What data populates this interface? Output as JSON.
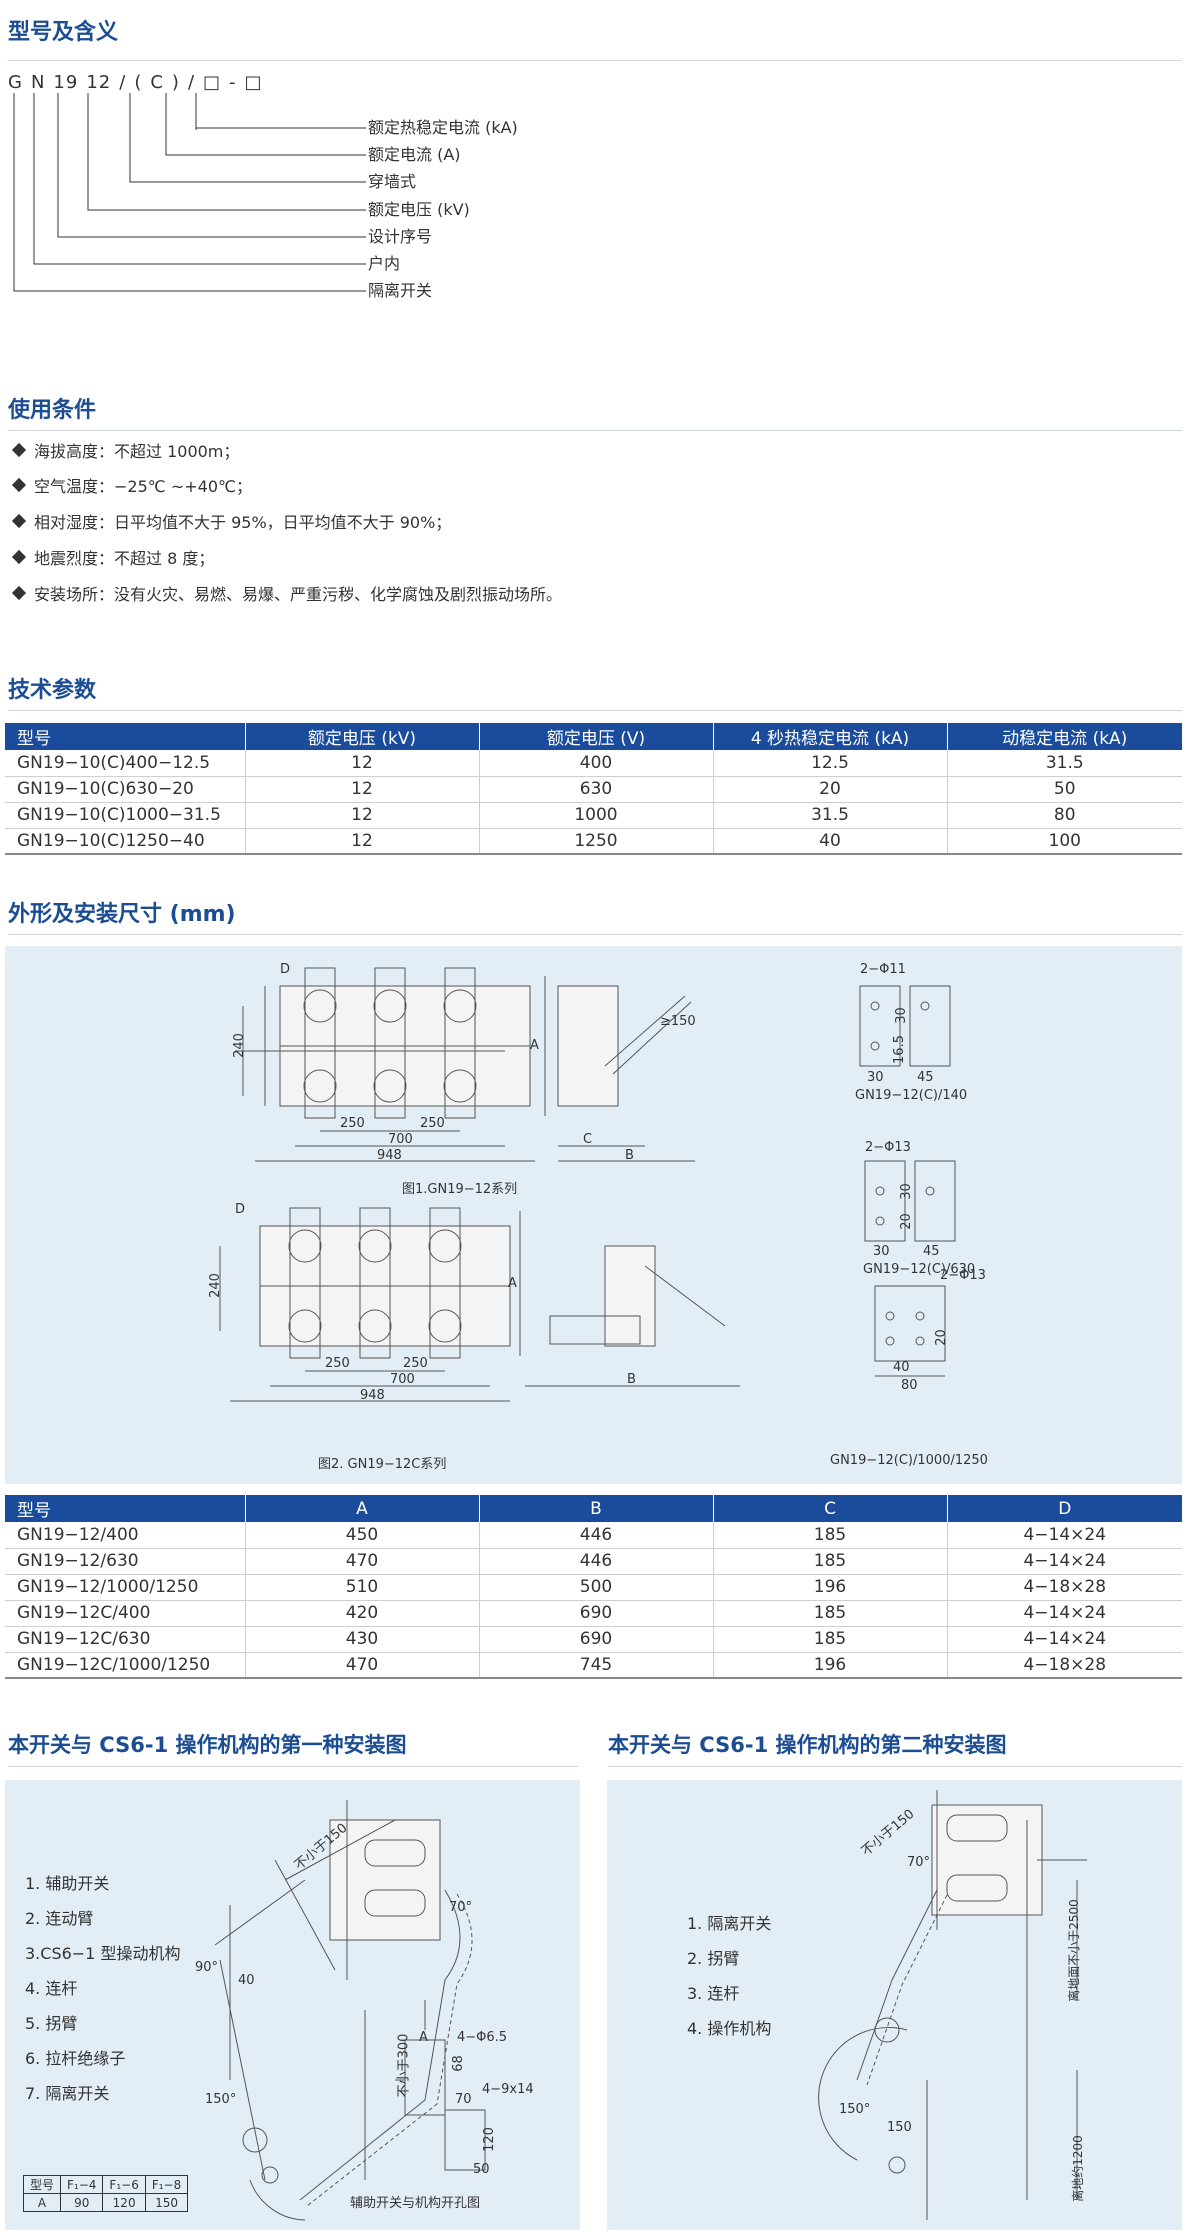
{
  "sections": {
    "model": "型号及含义",
    "conditions": "使用条件",
    "tech": "技术参数",
    "dims": "外形及安装尺寸 (mm)",
    "install1": "本开关与 CS6-1 操作机构的第一种安装图",
    "install2": "本开关与 CS6-1 操作机构的第二种安装图"
  },
  "model_code": [
    "G",
    "N",
    "19",
    "12",
    "/",
    "(",
    "C",
    ")",
    "/",
    "□",
    "-",
    "□"
  ],
  "model_meaning": [
    "额定热稳定电流 (kA)",
    "额定电流 (A)",
    "穿墙式",
    "额定电压 (kV)",
    "设计序号",
    "户内",
    "隔离开关"
  ],
  "conditions": [
    "海拔高度：不超过 1000m；",
    "空气温度：−25℃ ~+40℃；",
    "相对湿度：日平均值不大于 95%，日平均值不大于 90%；",
    "地震烈度：不超过 8 度；",
    "安装场所：没有火灾、易燃、易爆、严重污秽、化学腐蚀及剧烈振动场所。"
  ],
  "tech_table": {
    "headers": [
      "型号",
      "额定电压 (kV)",
      "额定电压 (V)",
      "4 秒热稳定电流 (kA)",
      "动稳定电流 (kA)"
    ],
    "rows": [
      [
        "GN19−10(C)400−12.5",
        "12",
        "400",
        "12.5",
        "31.5"
      ],
      [
        "GN19−10(C)630−20",
        "12",
        "630",
        "20",
        "50"
      ],
      [
        "GN19−10(C)1000−31.5",
        "12",
        "1000",
        "31.5",
        "80"
      ],
      [
        "GN19−10(C)1250−40",
        "12",
        "1250",
        "40",
        "100"
      ]
    ]
  },
  "drawings": {
    "fig1_caption": "图1.GN19−12系列",
    "fig2_caption": "图2. GN19−12C系列",
    "det1_label": "GN19−12(C)/140",
    "det2_label": "GN19−12(C)/630",
    "det3_label": "GN19−12(C)/1000/1250",
    "det1_hole": "2−Φ11",
    "det2_hole": "2−Φ13",
    "det3_hole": "2−Φ13",
    "dim_D": "D",
    "dim_A": "A",
    "dim_B": "B",
    "dim_C": "C",
    "dim_240": "240",
    "dim_250a": "250",
    "dim_250b": "250",
    "dim_700": "700",
    "dim_948": "948",
    "dim_150": "≥150",
    "d1_30": "30",
    "d1_165": "16.5",
    "d1_45": "45",
    "d2_30": "30",
    "d2_20": "20",
    "d2_45": "45",
    "d3_40": "40",
    "d3_20": "20",
    "d3_80": "80"
  },
  "dims_table": {
    "headers": [
      "型号",
      "A",
      "B",
      "C",
      "D"
    ],
    "rows": [
      [
        "GN19−12/400",
        "450",
        "446",
        "185",
        "4−14×24"
      ],
      [
        "GN19−12/630",
        "470",
        "446",
        "185",
        "4−14×24"
      ],
      [
        "GN19−12/1000/1250",
        "510",
        "500",
        "196",
        "4−18×28"
      ],
      [
        "GN19−12C/400",
        "420",
        "690",
        "185",
        "4−14×24"
      ],
      [
        "GN19−12C/630",
        "430",
        "690",
        "185",
        "4−14×24"
      ],
      [
        "GN19−12C/1000/1250",
        "470",
        "745",
        "196",
        "4−18×28"
      ]
    ]
  },
  "install1": {
    "legend": [
      "1. 辅助开关",
      "2. 连动臂",
      "3.CS6−1 型操动机构",
      "4. 连杆",
      "5. 拐臂",
      "6. 拉杆绝缘子",
      "7. 隔离开关"
    ],
    "mini_headers": [
      "型号",
      "F₁−4",
      "F₁−6",
      "F₁−8"
    ],
    "mini_row": [
      "A",
      "90",
      "120",
      "150"
    ],
    "caption": "辅助开关与机构开孔图",
    "lbl_150": "不小于150",
    "lbl_300": "不小于300",
    "lbl_phi": "4−Φ6.5",
    "lbl_914": "4−9x14",
    "lbl_A": "A",
    "lbl_68": "68",
    "lbl_70": "70",
    "lbl_120": "120",
    "lbl_50": "50",
    "lbl_90deg": "90°",
    "lbl_150deg": "150°",
    "lbl_40": "40",
    "lbl_70deg": "70°"
  },
  "install2": {
    "legend": [
      "1. 隔离开关",
      "2. 拐臂",
      "3. 连杆",
      "4. 操作机构"
    ],
    "lbl_150": "不小于150",
    "lbl_2500": "离地面不小于2500",
    "lbl_1200": "离地约1200",
    "lbl_150deg": "150°",
    "lbl_150b": "150",
    "lbl_70deg": "70°"
  }
}
